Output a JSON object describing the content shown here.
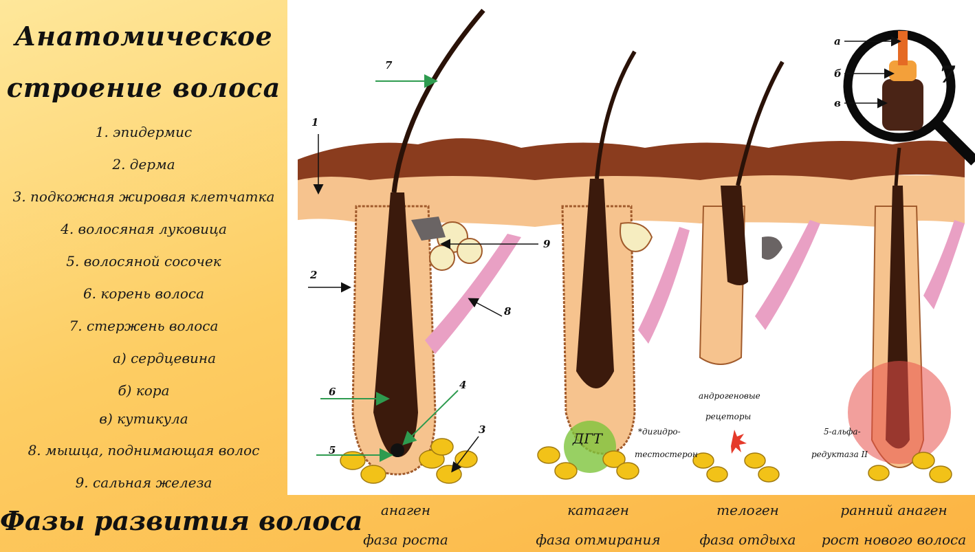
{
  "left_panel": {
    "title_line1": "Анатомическое",
    "title_line2": "строение волоса",
    "legend": [
      "1. эпидермис",
      "2. дерма",
      "3. подкожная жировая клетчатка",
      "4. волосяная луковица",
      "5. волосяной сосочек",
      "6. корень волоса",
      "7. стержень волоса",
      "а) сердцевина",
      "б) кора",
      "в) кутикула",
      "8. мышца, поднимающая волос",
      "9. сальная железа"
    ]
  },
  "bottom": {
    "title": "Фазы развития волоса",
    "phases": [
      {
        "name": "анаген",
        "desc": "фаза роста"
      },
      {
        "name": "катаген",
        "desc": "фаза отмирания"
      },
      {
        "name": "телоген",
        "desc": "фаза отдыха"
      },
      {
        "name": "ранний анаген",
        "desc": "рост нового волоса"
      }
    ]
  },
  "diagram": {
    "numbers": {
      "n1": "1",
      "n2": "2",
      "n3": "3",
      "n4": "4",
      "n5": "5",
      "n6": "6",
      "n7": "7",
      "n8": "8",
      "n9": "9"
    },
    "magnifier": {
      "a": "а",
      "b": "б",
      "v": "в",
      "num": "7"
    },
    "dgt": "ДГТ",
    "dht_label_1": "*дигидро-",
    "dht_label_2": "тестостерон",
    "receptors_1": "андрогеновые",
    "receptors_2": "рецеторы",
    "reductase_1": "5-альфа-",
    "reductase_2": "редуктаза II"
  },
  "colors": {
    "epidermis": "#8a3c1e",
    "dermis": "#f6c38e",
    "hair": "#2a1208",
    "fat": "#f2c218",
    "muscle": "#e9a0c4",
    "gland": "#f6edc0",
    "green_arrow": "#2e9b4f",
    "dgt_circle": "#7ec43c",
    "reductase_circle": "#e8504a"
  }
}
